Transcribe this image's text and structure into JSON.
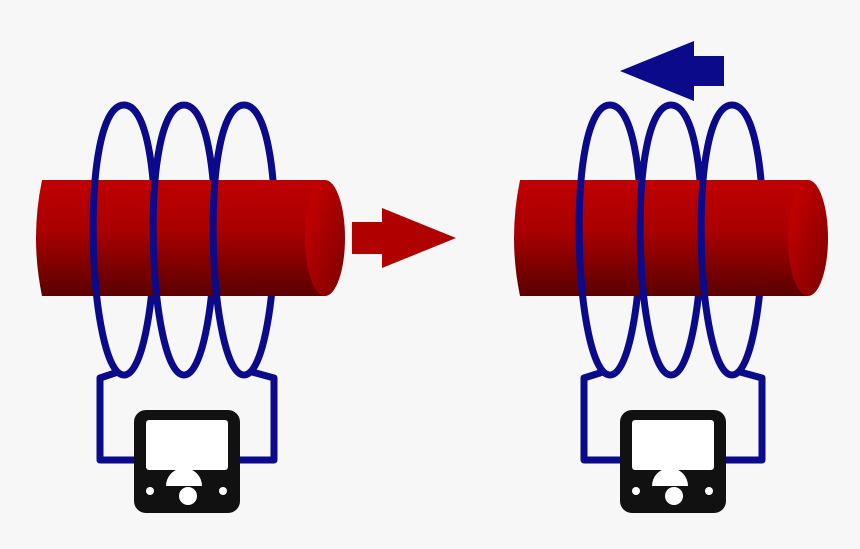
{
  "colors": {
    "background": "#f7f7f7",
    "coil": "#0a0a8a",
    "magnet_light": "#c80000",
    "magnet_dark": "#6a0000",
    "magnet_end": "#b00000",
    "arrow_red": "#b00000",
    "arrow_blue": "#0a0a8a",
    "meter_body": "#111111",
    "meter_face": "#ffffff"
  },
  "scenes": [
    {
      "id": "left",
      "magnet_motion": "right",
      "icons": [
        "magnet-bar-icon",
        "coil-icon",
        "galvanometer-icon",
        "arrow-right-icon"
      ]
    },
    {
      "id": "right",
      "magnet_motion": "left",
      "icons": [
        "magnet-bar-icon",
        "coil-icon",
        "galvanometer-icon",
        "arrow-left-icon"
      ]
    }
  ]
}
